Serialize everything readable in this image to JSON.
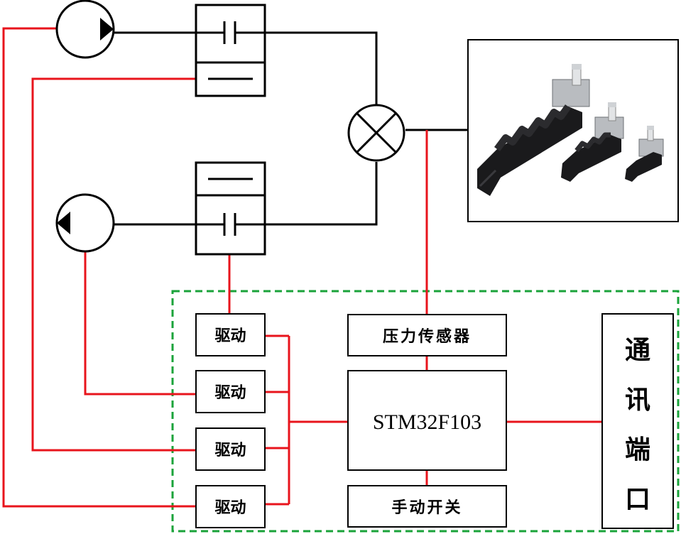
{
  "diagram": {
    "driver_label": "驱动",
    "pressure_sensor_label": "压力传感器",
    "mcu_label": "STM32F103",
    "manual_switch_label": "手动开关",
    "comm_port_chars": [
      "通",
      "讯",
      "端",
      "口"
    ]
  },
  "colors": {
    "signal_wire": "#e8141c",
    "pipe_line": "#000000",
    "control_board_border": "#1aa33a"
  },
  "icons": [
    "pump-icon",
    "valve-icon",
    "cross-valve-icon",
    "soft-gripper-image"
  ]
}
